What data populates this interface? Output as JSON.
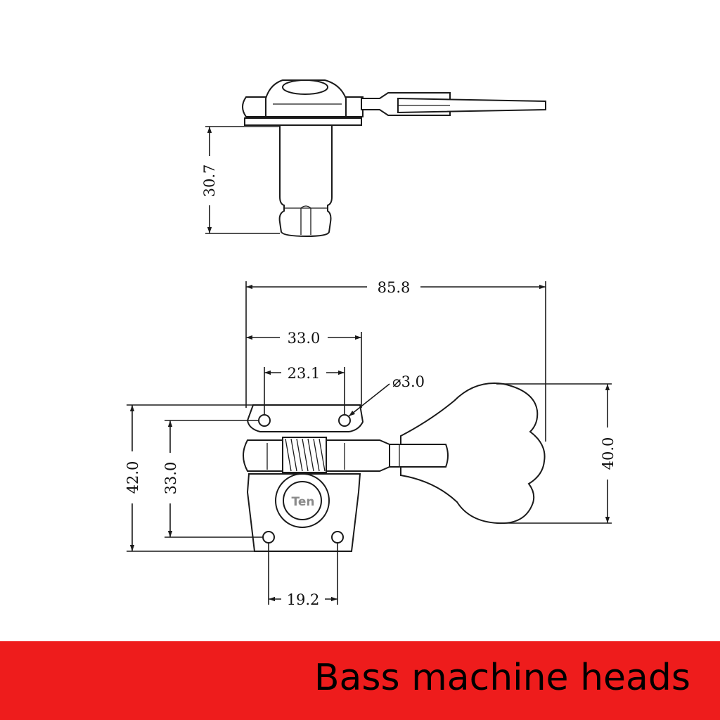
{
  "dimensions": {
    "post_height": "30.7",
    "overall_length": "85.8",
    "plate_width": "33.0",
    "top_hole_spacing": "23.1",
    "hole_diameter": "⌀3.0",
    "button_height": "40.0",
    "overall_height": "42.0",
    "plate_height": "33.0",
    "bottom_hole_spacing": "19.2"
  },
  "logo": "Ten",
  "banner": {
    "title": "Bass machine heads",
    "color": "#ee1c1c"
  }
}
